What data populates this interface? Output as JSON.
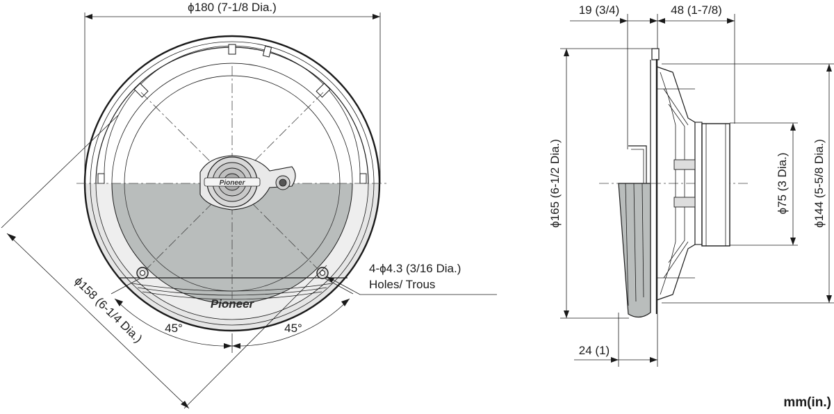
{
  "front_view": {
    "outer_diameter_label": "ϕ180 (7-1/8 Dia.)",
    "cutout_diameter_label": "ϕ158 (6-1/4 Dia.)",
    "angle_left_label": "45°",
    "angle_right_label": "45°",
    "holes_label_line1": "4-ϕ4.3 (3/16 Dia.)",
    "holes_label_line2": "Holes/ Trous",
    "brand_logo_text": "Pioneer",
    "tweeter_logo_text": "Pioneer"
  },
  "side_view": {
    "mount_depth_label": "19 (3/4)",
    "magnet_depth_label": "48 (1-7/8)",
    "flange_thickness_label": "24 (1)",
    "overall_diameter_label": "ϕ165 (6-1/2 Dia.)",
    "magnet_diameter_label": "ϕ75 (3 Dia.)",
    "basket_diameter_label": "ϕ144 (5-5/8 Dia.)"
  },
  "units_label": "mm(in.)",
  "colors": {
    "line": "#1a1a1a",
    "cutaway_fill": "#b9bdbc",
    "grille_fill": "#e6e6e6"
  }
}
